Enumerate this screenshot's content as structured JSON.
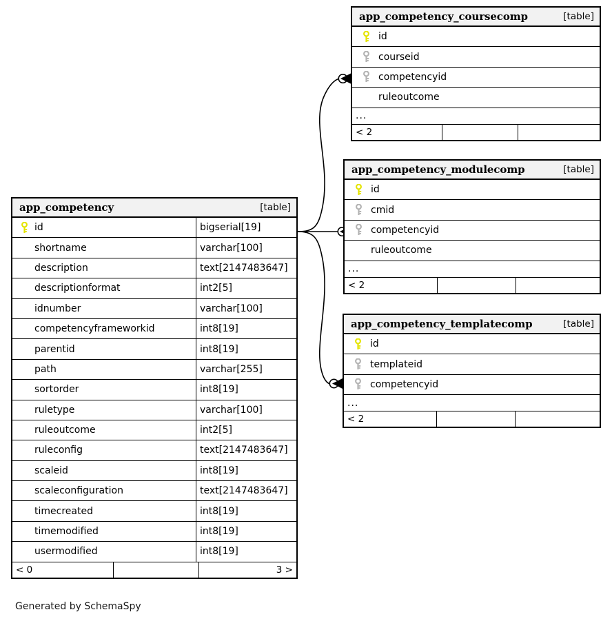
{
  "diagram": {
    "generator_note": "Generated by SchemaSpy",
    "table_tag": "[table]",
    "ellipsis": "...",
    "key_colors": {
      "primary": "#e4e400",
      "foreign": "#b3b3b3"
    }
  },
  "tables": [
    {
      "id": "app_competency",
      "name": "app_competency",
      "tag": "[table]",
      "show_types": true,
      "columns": [
        {
          "name": "id",
          "type": "bigserial[19]",
          "key": "primary"
        },
        {
          "name": "shortname",
          "type": "varchar[100]",
          "key": "none"
        },
        {
          "name": "description",
          "type": "text[2147483647]",
          "key": "none"
        },
        {
          "name": "descriptionformat",
          "type": "int2[5]",
          "key": "none"
        },
        {
          "name": "idnumber",
          "type": "varchar[100]",
          "key": "none"
        },
        {
          "name": "competencyframeworkid",
          "type": "int8[19]",
          "key": "none"
        },
        {
          "name": "parentid",
          "type": "int8[19]",
          "key": "none"
        },
        {
          "name": "path",
          "type": "varchar[255]",
          "key": "none"
        },
        {
          "name": "sortorder",
          "type": "int8[19]",
          "key": "none"
        },
        {
          "name": "ruletype",
          "type": "varchar[100]",
          "key": "none"
        },
        {
          "name": "ruleoutcome",
          "type": "int2[5]",
          "key": "none"
        },
        {
          "name": "ruleconfig",
          "type": "text[2147483647]",
          "key": "none"
        },
        {
          "name": "scaleid",
          "type": "int8[19]",
          "key": "none"
        },
        {
          "name": "scaleconfiguration",
          "type": "text[2147483647]",
          "key": "none"
        },
        {
          "name": "timecreated",
          "type": "int8[19]",
          "key": "none"
        },
        {
          "name": "timemodified",
          "type": "int8[19]",
          "key": "none"
        },
        {
          "name": "usermodified",
          "type": "int8[19]",
          "key": "none"
        }
      ],
      "has_ellipsis": false,
      "footer": {
        "left": "< 0",
        "middle": "",
        "right": "3 >"
      }
    },
    {
      "id": "app_competency_coursecomp",
      "name": "app_competency_coursecomp",
      "tag": "[table]",
      "show_types": false,
      "columns": [
        {
          "name": "id",
          "type": "",
          "key": "primary"
        },
        {
          "name": "courseid",
          "type": "",
          "key": "foreign"
        },
        {
          "name": "competencyid",
          "type": "",
          "key": "foreign"
        },
        {
          "name": "ruleoutcome",
          "type": "",
          "key": "none"
        }
      ],
      "has_ellipsis": true,
      "footer": {
        "left": "< 2",
        "middle": "",
        "right": ""
      }
    },
    {
      "id": "app_competency_modulecomp",
      "name": "app_competency_modulecomp",
      "tag": "[table]",
      "show_types": false,
      "columns": [
        {
          "name": "id",
          "type": "",
          "key": "primary"
        },
        {
          "name": "cmid",
          "type": "",
          "key": "foreign"
        },
        {
          "name": "competencyid",
          "type": "",
          "key": "foreign"
        },
        {
          "name": "ruleoutcome",
          "type": "",
          "key": "none"
        }
      ],
      "has_ellipsis": true,
      "footer": {
        "left": "< 2",
        "middle": "",
        "right": ""
      }
    },
    {
      "id": "app_competency_templatecomp",
      "name": "app_competency_templatecomp",
      "tag": "[table]",
      "show_types": false,
      "columns": [
        {
          "name": "id",
          "type": "",
          "key": "primary"
        },
        {
          "name": "templateid",
          "type": "",
          "key": "foreign"
        },
        {
          "name": "competencyid",
          "type": "",
          "key": "foreign"
        }
      ],
      "has_ellipsis": true,
      "footer": {
        "left": "< 2",
        "middle": "",
        "right": ""
      }
    }
  ],
  "relationships": [
    {
      "from": "app_competency.id",
      "to": "app_competency_coursecomp.competencyid",
      "cardinality": "zero-or-many"
    },
    {
      "from": "app_competency.id",
      "to": "app_competency_modulecomp.competencyid",
      "cardinality": "zero-or-many"
    },
    {
      "from": "app_competency.id",
      "to": "app_competency_templatecomp.competencyid",
      "cardinality": "zero-or-many"
    }
  ]
}
